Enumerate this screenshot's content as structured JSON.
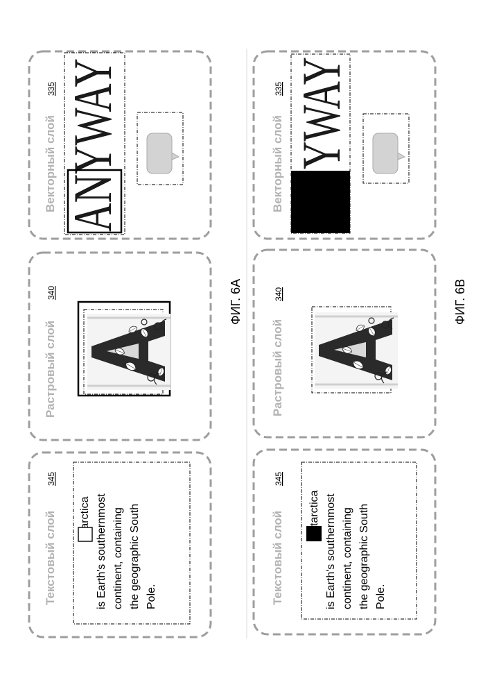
{
  "figure_a": {
    "label": "ФИГ. 6A",
    "text_layer": {
      "title": "Текстовый слой",
      "ref": "345",
      "lines": [
        "ntarctica",
        "is Earth's southernmost",
        "continent, containing",
        "the geographic South",
        "Pole."
      ],
      "cursor_mode": "outlined"
    },
    "raster_layer": {
      "title": "Растровый слой",
      "ref": "340"
    },
    "vector_layer": {
      "title": "Векторный слой",
      "ref": "335",
      "word": "ANYWAY"
    }
  },
  "figure_b": {
    "label": "ФИГ. 6B",
    "text_layer": {
      "title": "Текстовый слой",
      "ref": "345",
      "lines": [
        "tarctica",
        "is Earth's southernmost",
        "continent, containing",
        "the geographic South",
        "Pole."
      ],
      "cursor_mode": "filled"
    },
    "raster_layer": {
      "title": "Растровый слой",
      "ref": "340"
    },
    "vector_layer": {
      "title": "Векторный слой",
      "ref": "335",
      "word": "YWAY"
    }
  },
  "colors": {
    "panel_border": "#9e9e9e",
    "title_gray": "#b3b3b3",
    "bubble_fill": "#d3d3d3",
    "ink": "#000000"
  },
  "icons": [
    "illuminated-letter-a-icon",
    "speech-bubble-icon",
    "text-cursor-icon"
  ]
}
